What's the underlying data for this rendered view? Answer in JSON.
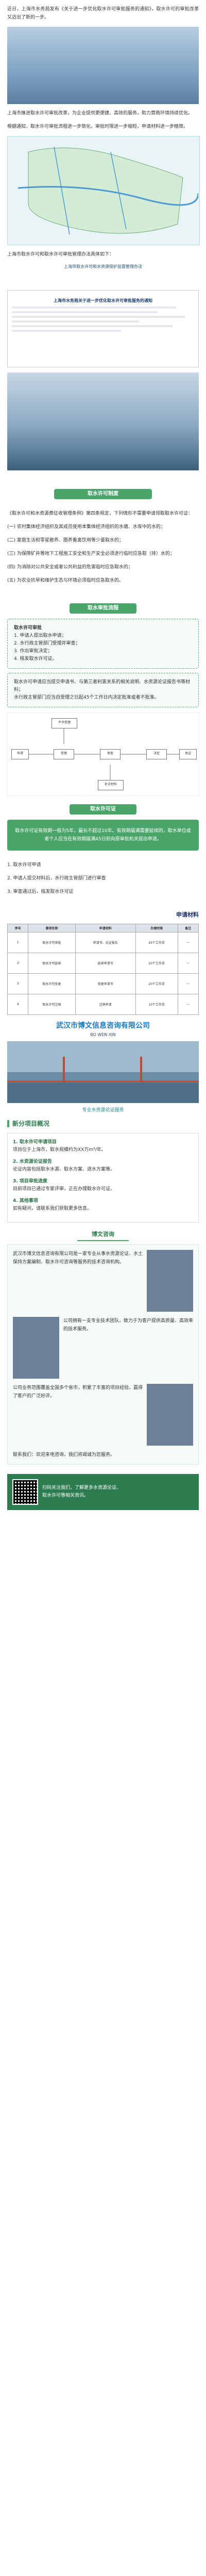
{
  "intro": {
    "p1": "近日，上海市水务局发布《关于进一步优化取水许可审批服务的通知》，取水许可的审批改革又迈出了新的一步。",
    "p2": "上海市推进取水许可审批改革，为企业提供更便捷、高效的服务，助力营商环境持续优化。",
    "p3": "根据通知，取水许可审批流程进一步简化，审批时限进一步缩短，申请材料进一步精简。",
    "p4": "上海市取水许可和取水许可审批管理办法具体如下："
  },
  "map_caption": "上海市取水许可和水资源保护监督管理办法",
  "doc": {
    "title": "上海市水务局关于进一步优化取水许可审批服务的通知"
  },
  "section_rules": {
    "p1": "《取水许可和水资源费征收管理条例》第四条规定，下列情形不需要申请领取取水许可证：",
    "p2": "(一) 农村集体经济组织及其成员使用本集体经济组织的水塘、水库中的水的；",
    "p3": "(二) 家庭生活和零星散养、圈养畜禽饮用等少量取水的；",
    "p4": "(三) 为保障矿井等地下工程施工安全和生产安全必须进行临时应急取（排）水的；",
    "p5": "(四) 为消除对公共安全或者公共利益的危害临时应急取水的；",
    "p6": "(五) 为农业抗旱和维护生态与环境必须临时应急取水的。"
  },
  "banner1": "取水许可制度",
  "banner2": "取水审批流程",
  "box1": {
    "title": "取水许可审批",
    "l1": "1. 申请人提出取水申请；",
    "l2": "2. 水行政主管部门受理并审查；",
    "l3": "3. 作出审批决定；",
    "l4": "4. 核发取水许可证。"
  },
  "box2": {
    "l1": "取水许可申请应当提交申请书、与第三者利害关系的相关说明、水资源论证报告书等材料；",
    "l2": "水行政主管部门应当自受理之日起45个工作日内决定批准或者不批准。"
  },
  "banner3": "取水许可证",
  "green_panel": "取水许可证有效期一般为5年，最长不超过10年。有效期届满需要延续的，取水单位或者个人应当在有效期届满45日前向原审批机关提出申请。",
  "flow": {
    "n1": "申请",
    "n2": "受理",
    "n3": "审查",
    "n4": "决定",
    "n5": "发证",
    "n6": "不予受理",
    "n7": "补正材料"
  },
  "license_steps": {
    "l1": "1. 取水许可申请",
    "l2": "2. 申请人提交材料后，水行政主管部门进行审查",
    "l3": "3. 审查通过后，核发取水许可证"
  },
  "logo": "申请材料",
  "table": {
    "headers": [
      "序号",
      "事项名称",
      "申请材料",
      "办理时限",
      "备注"
    ],
    "rows": [
      [
        "1",
        "取水许可审批",
        "申请书、论证报告",
        "45个工作日",
        "—"
      ],
      [
        "2",
        "取水许可延续",
        "延续申请书",
        "20个工作日",
        "—"
      ],
      [
        "3",
        "取水许可变更",
        "变更申请书",
        "20个工作日",
        "—"
      ],
      [
        "4",
        "取水许可注销",
        "注销申请",
        "10个工作日",
        "—"
      ]
    ]
  },
  "company": {
    "name": "武汉市博文信息咨询有限公司",
    "en": "BO WEN XIN"
  },
  "bridge_caption": "专业水资源论证服务",
  "news": {
    "title": "新分项目概况",
    "i1t": "1. 取水许可申请项目",
    "i1": "项目位于上海市，取水规模约为XX万m³/年。",
    "i2t": "2. 水资源论证报告",
    "i2": "论证内容包括取水水源、取水方案、退水方案等。",
    "i3t": "3. 项目审批进度",
    "i3": "目前项目已通过专家评审，正在办理取水许可证。",
    "i4t": "4. 其他事项",
    "i4": "如有疑问，请联系我们获取更多信息。"
  },
  "bio": {
    "title": "博文咨询",
    "p1": "武汉市博文信息咨询有限公司是一家专业从事水资源论证、水土保持方案编制、取水许可咨询等服务的技术咨询机构。",
    "p2": "公司拥有一支专业技术团队，致力于为客户提供高质量、高效率的技术服务。",
    "p3": "公司业务范围覆盖全国多个省市，积累了丰富的项目经验，赢得了客户的广泛好评。",
    "p4": "联系我们：欢迎来电咨询，我们将竭诚为您服务。"
  },
  "footer": {
    "l1": "扫码关注我们，了解更多水资源论证、",
    "l2": "取水许可等相关资讯。"
  }
}
